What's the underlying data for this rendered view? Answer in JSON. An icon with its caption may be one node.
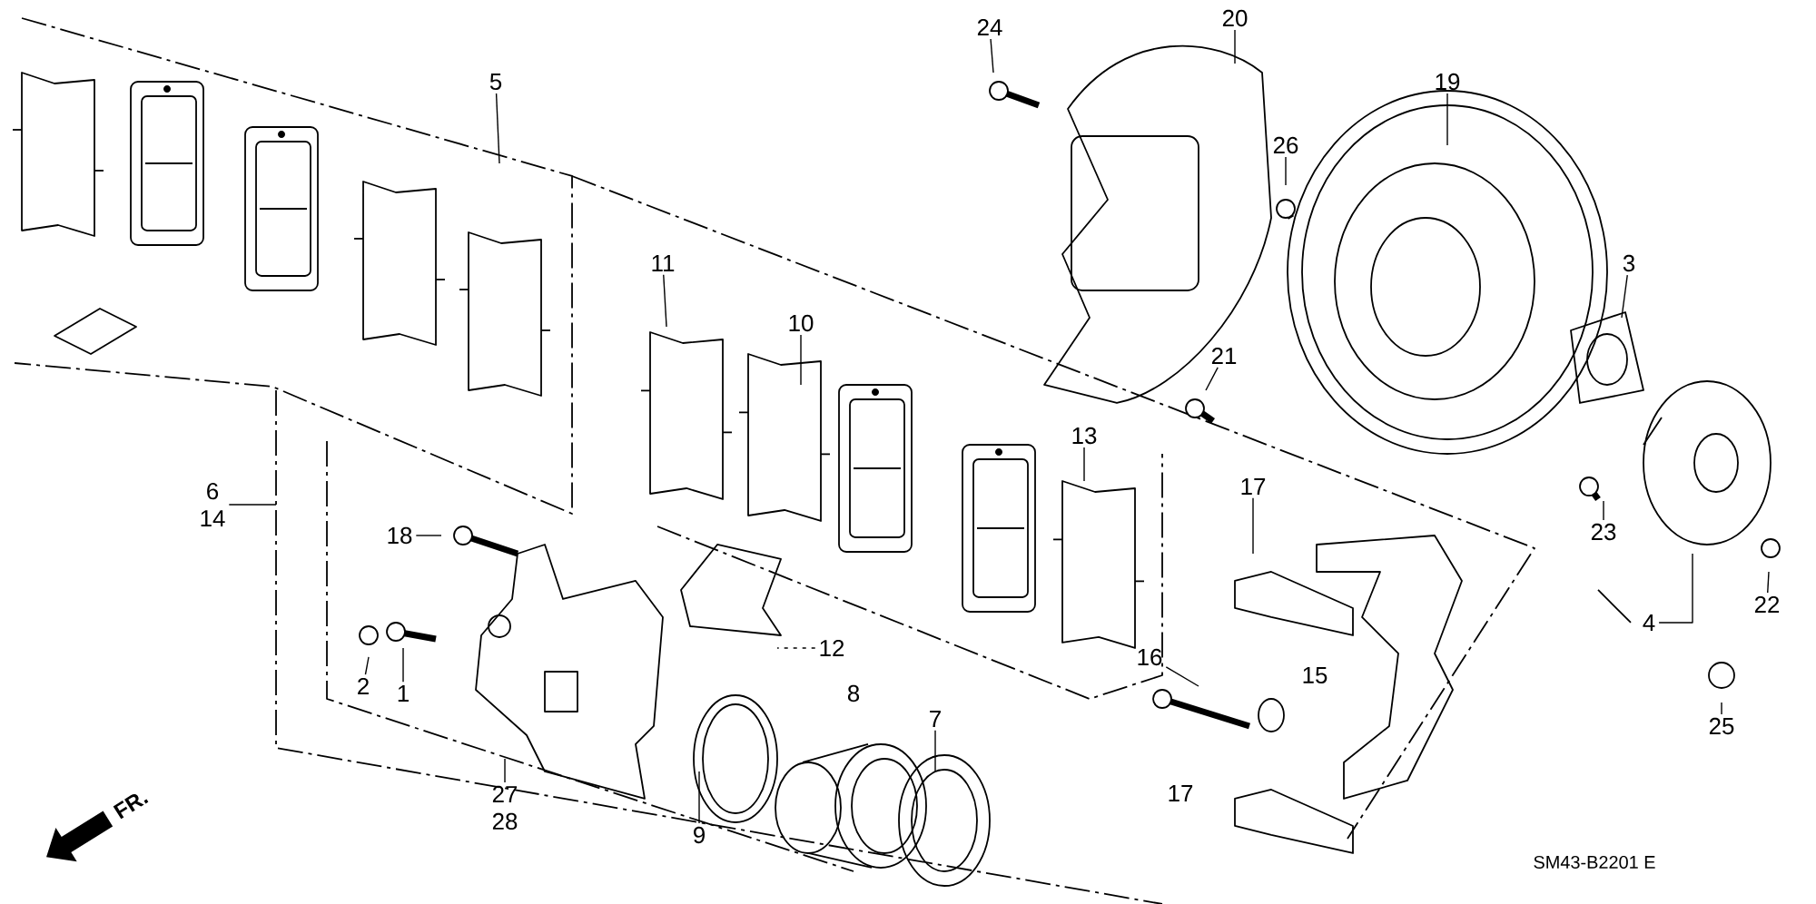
{
  "diagram": {
    "nodes": [
      {
        "text": [
          "5"
        ]
      },
      {
        "text": [
          "11"
        ]
      },
      {
        "text": [
          "10"
        ]
      },
      {
        "text": [
          "13"
        ]
      },
      {
        "text": [
          "24"
        ]
      },
      {
        "text": [
          "20"
        ]
      },
      {
        "text": [
          "26"
        ]
      },
      {
        "text": [
          "19"
        ]
      },
      {
        "text": [
          "3"
        ]
      },
      {
        "text": [
          "21"
        ]
      },
      {
        "text": [
          "17"
        ]
      },
      {
        "text": [
          "6",
          "14"
        ]
      },
      {
        "text": [
          "18"
        ]
      },
      {
        "text": [
          "2"
        ]
      },
      {
        "text": [
          "1"
        ]
      },
      {
        "text": [
          "12"
        ]
      },
      {
        "text": [
          "8"
        ]
      },
      {
        "text": [
          "7"
        ]
      },
      {
        "text": [
          "9"
        ]
      },
      {
        "text": [
          "27",
          "28"
        ]
      },
      {
        "text": [
          "16"
        ]
      },
      {
        "text": [
          "15"
        ]
      },
      {
        "text": [
          "17"
        ]
      },
      {
        "text": [
          "23"
        ]
      },
      {
        "text": [
          "22"
        ]
      },
      {
        "text": [
          "4"
        ]
      },
      {
        "text": [
          "25"
        ]
      }
    ],
    "edges": [
      {
        "from": 0,
        "to": null,
        "arrow": "none"
      },
      {
        "from": 1,
        "to": null,
        "arrow": "none"
      },
      {
        "from": 2,
        "to": null,
        "arrow": "none"
      },
      {
        "from": 3,
        "to": null,
        "arrow": "none"
      },
      {
        "from": 4,
        "to": null,
        "arrow": "none"
      },
      {
        "from": 5,
        "to": null,
        "arrow": "none"
      },
      {
        "from": 6,
        "to": null,
        "arrow": "none"
      },
      {
        "from": 7,
        "to": null,
        "arrow": "none"
      },
      {
        "from": 8,
        "to": null,
        "arrow": "none"
      },
      {
        "from": 9,
        "to": null,
        "arrow": "none"
      },
      {
        "from": 10,
        "to": null,
        "arrow": "none"
      },
      {
        "from": 11,
        "to": null,
        "arrow": "none"
      },
      {
        "from": 12,
        "to": null,
        "arrow": "none"
      },
      {
        "from": 13,
        "to": null,
        "arrow": "none"
      },
      {
        "from": 14,
        "to": null,
        "arrow": "none"
      },
      {
        "from": 15,
        "to": null,
        "arrow": "none",
        "style": "dashed"
      },
      {
        "from": 17,
        "to": null,
        "arrow": "none"
      },
      {
        "from": 18,
        "to": null,
        "arrow": "none"
      },
      {
        "from": 19,
        "to": null,
        "arrow": "none"
      },
      {
        "from": 20,
        "to": null,
        "arrow": "none"
      },
      {
        "from": 23,
        "to": null,
        "arrow": "none"
      },
      {
        "from": 24,
        "to": null,
        "arrow": "none"
      },
      {
        "from": 25,
        "to": null,
        "arrow": "none"
      },
      {
        "from": 26,
        "to": null,
        "arrow": "none"
      }
    ],
    "labels": [
      "FR.",
      "SM43-B2201 E"
    ]
  }
}
